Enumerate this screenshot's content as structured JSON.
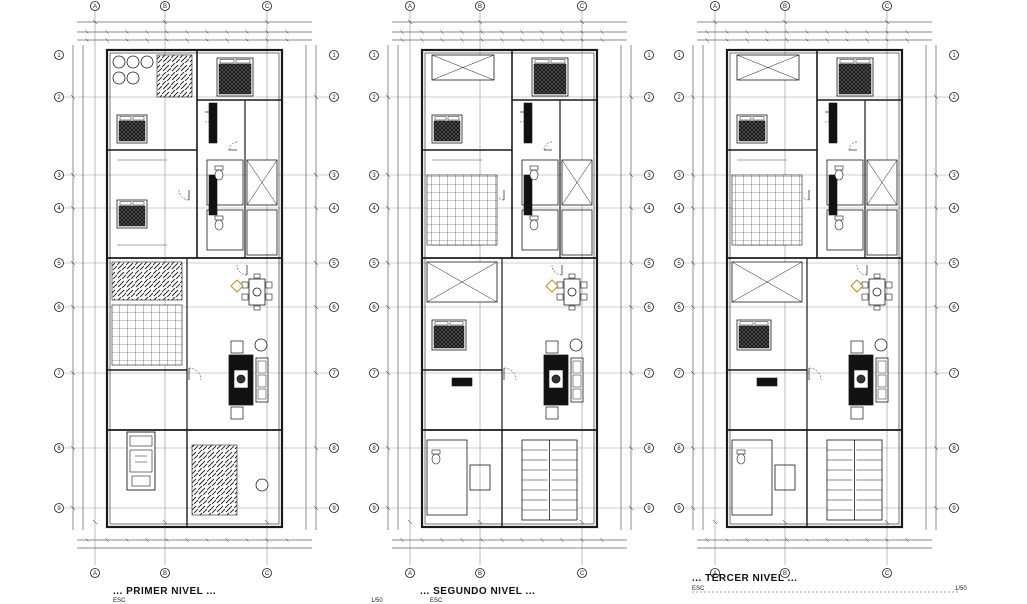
{
  "plans": [
    {
      "title": "... PRIMER NIVEL ...",
      "esc_label": "ESC",
      "scale": "1/50"
    },
    {
      "title": "... SEGUNDO NIVEL ...",
      "esc_label": "ESC",
      "scale": ""
    },
    {
      "title": "... TERCER NIVEL ...",
      "esc_label": "ESC",
      "scale": "1/50"
    }
  ],
  "grid_axes": {
    "top": [
      "A",
      "B",
      "C"
    ],
    "bottom": [
      "A",
      "B",
      "C"
    ],
    "left": [
      "1",
      "2",
      "3",
      "4",
      "5",
      "6",
      "7",
      "8",
      "9"
    ]
  },
  "colors": {
    "line": "#1a1a1a",
    "hatch": "#333333",
    "background": "#ffffff"
  },
  "icons": [
    "car-icon",
    "bed-icon",
    "dining-set-icon",
    "sofa-icon",
    "tree-icon",
    "stair-icon",
    "wc-icon"
  ]
}
